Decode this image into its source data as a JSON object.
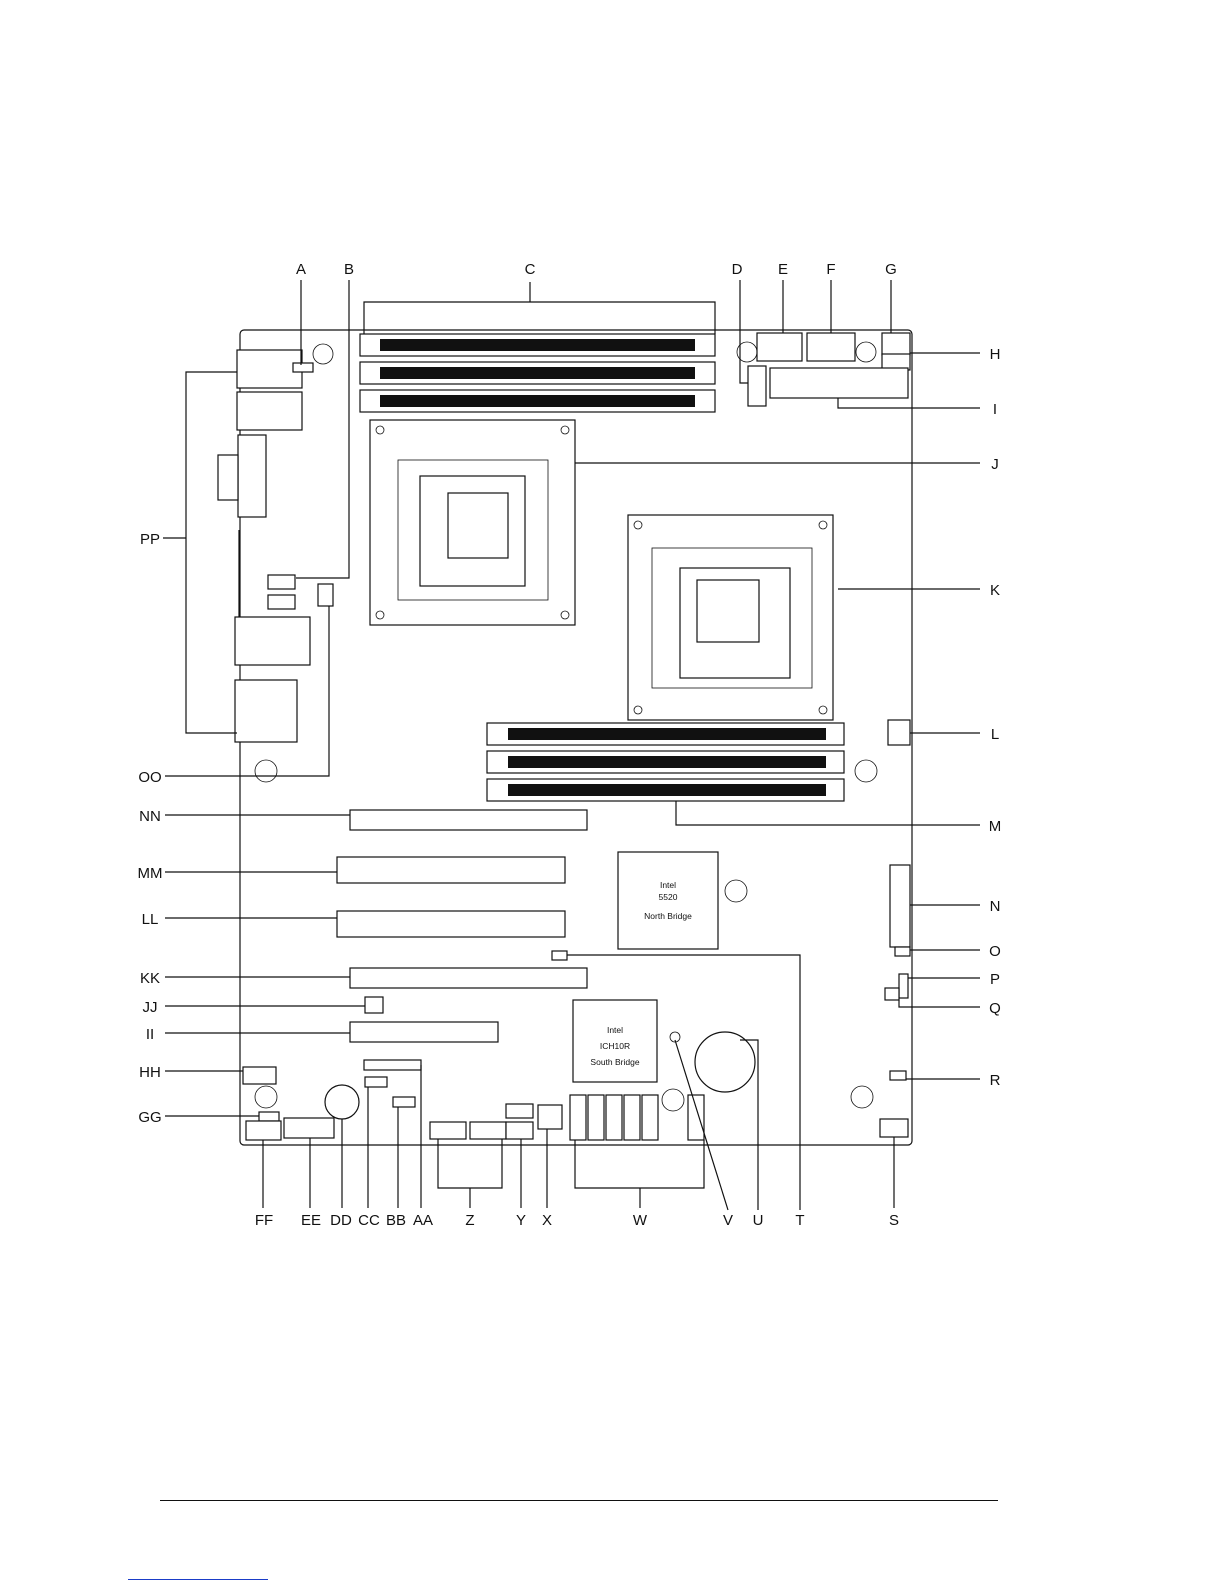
{
  "callouts": {
    "A": "A",
    "B": "B",
    "C": "C",
    "D": "D",
    "E": "E",
    "F": "F",
    "G": "G",
    "H": "H",
    "I": "I",
    "J": "J",
    "K": "K",
    "L": "L",
    "M": "M",
    "N": "N",
    "O": "O",
    "P": "P",
    "Q": "Q",
    "R": "R",
    "S": "S",
    "T": "T",
    "U": "U",
    "V": "V",
    "W": "W",
    "X": "X",
    "Y": "Y",
    "Z": "Z",
    "AA": "AA",
    "BB": "BB",
    "CC": "CC",
    "DD": "DD",
    "EE": "EE",
    "FF": "FF",
    "GG": "GG",
    "HH": "HH",
    "II": "II",
    "JJ": "JJ",
    "KK": "KK",
    "LL": "LL",
    "MM": "MM",
    "NN": "NN",
    "OO": "OO",
    "PP": "PP"
  },
  "chips": {
    "north_bridge": {
      "line1": "Intel",
      "line2": "5520",
      "line3": "North Bridge"
    },
    "south_bridge": {
      "line1": "Intel",
      "line2": "ICH10R",
      "line3": "South Bridge"
    }
  }
}
